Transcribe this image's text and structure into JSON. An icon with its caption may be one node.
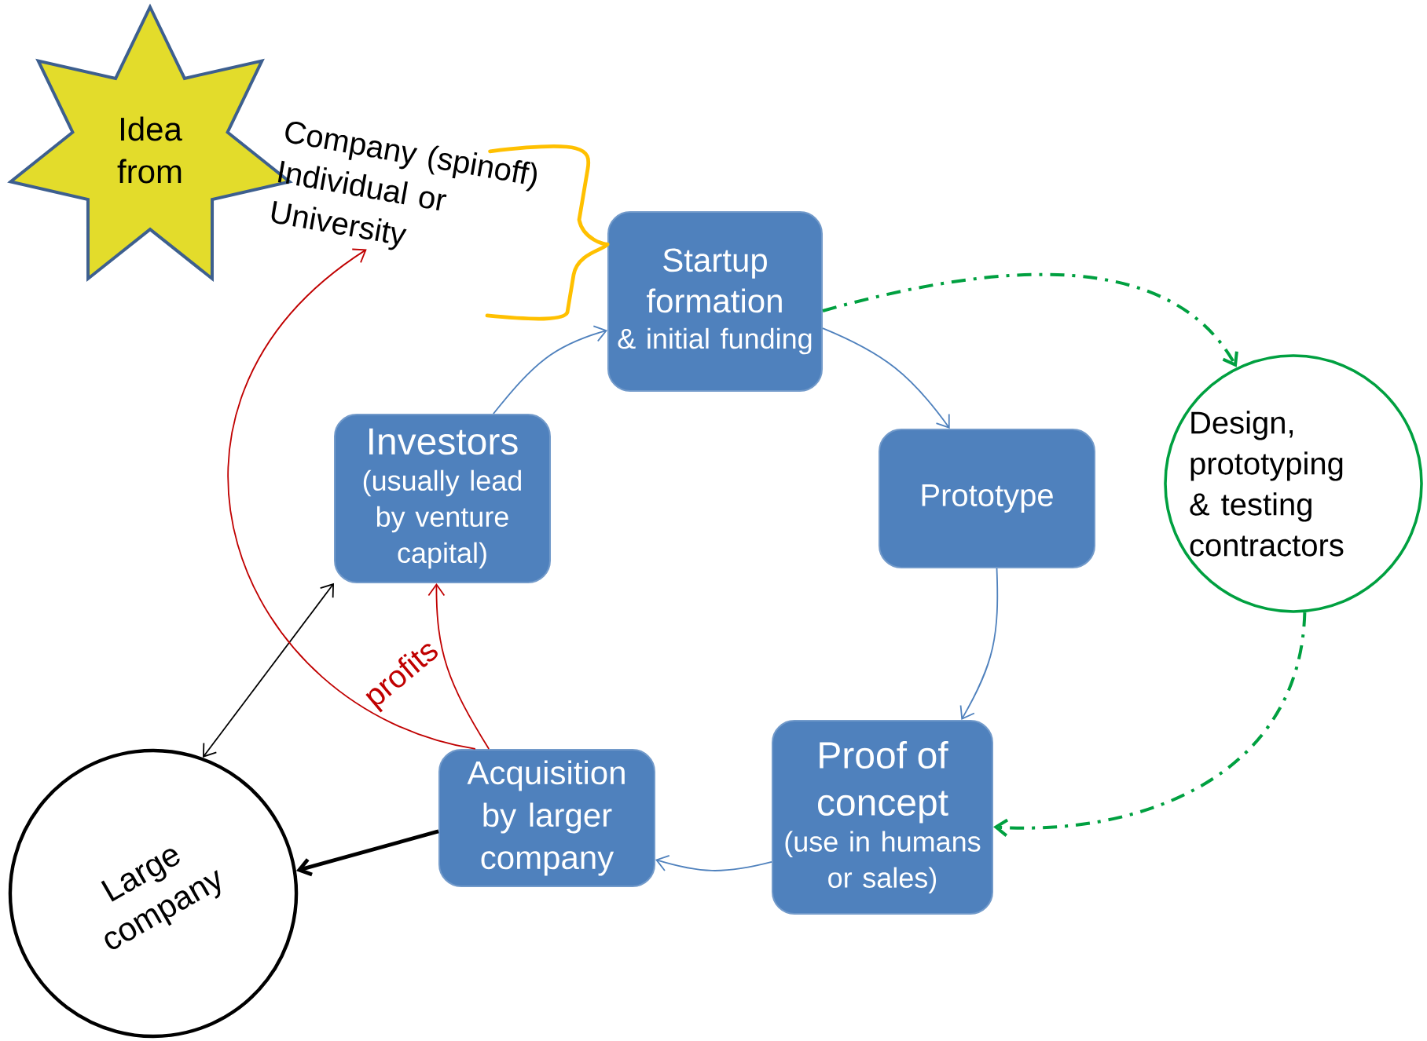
{
  "diagram": {
    "nodes": [
      {
        "text": [
          "Idea from"
        ]
      },
      {
        "text": [
          "Company (spinoff) Individual or University"
        ]
      },
      {
        "text": [
          "Startup formation",
          "& initial funding"
        ]
      },
      {
        "text": [
          "Investors",
          "(usually lead by venture capital)"
        ]
      },
      {
        "text": [
          "Prototype"
        ]
      },
      {
        "text": [
          "Design, prototyping & testing contractors"
        ]
      },
      {
        "text": [
          "Proof of concept",
          "(use in humans or sales)"
        ]
      },
      {
        "text": [
          "Acquisition by larger company"
        ]
      },
      {
        "text": [
          "Large company"
        ]
      }
    ],
    "edges": [
      {
        "from": 1,
        "to": 2,
        "arrow": "none",
        "style": "thick",
        "color": "#ffc000"
      },
      {
        "from": 3,
        "to": 2,
        "arrow": "to"
      },
      {
        "from": 2,
        "to": 4,
        "arrow": "to"
      },
      {
        "from": 4,
        "to": 6,
        "arrow": "to"
      },
      {
        "from": 6,
        "to": 7,
        "arrow": "to"
      },
      {
        "from": 7,
        "to": 8,
        "arrow": "to",
        "style": "thick",
        "color": "#000000"
      },
      {
        "from": 3,
        "to": 8,
        "arrow": "both",
        "color": "#000000"
      },
      {
        "from": 7,
        "to": 3,
        "arrow": "to",
        "label": "profits",
        "color": "#c00000"
      },
      {
        "from": 7,
        "to": 1,
        "arrow": "to",
        "color": "#c00000"
      },
      {
        "from": 2,
        "to": 5,
        "arrow": "to",
        "style": "dashed",
        "color": "#00a040"
      },
      {
        "from": 5,
        "to": 6,
        "arrow": "to",
        "style": "dashed",
        "color": "#00a040"
      }
    ]
  }
}
